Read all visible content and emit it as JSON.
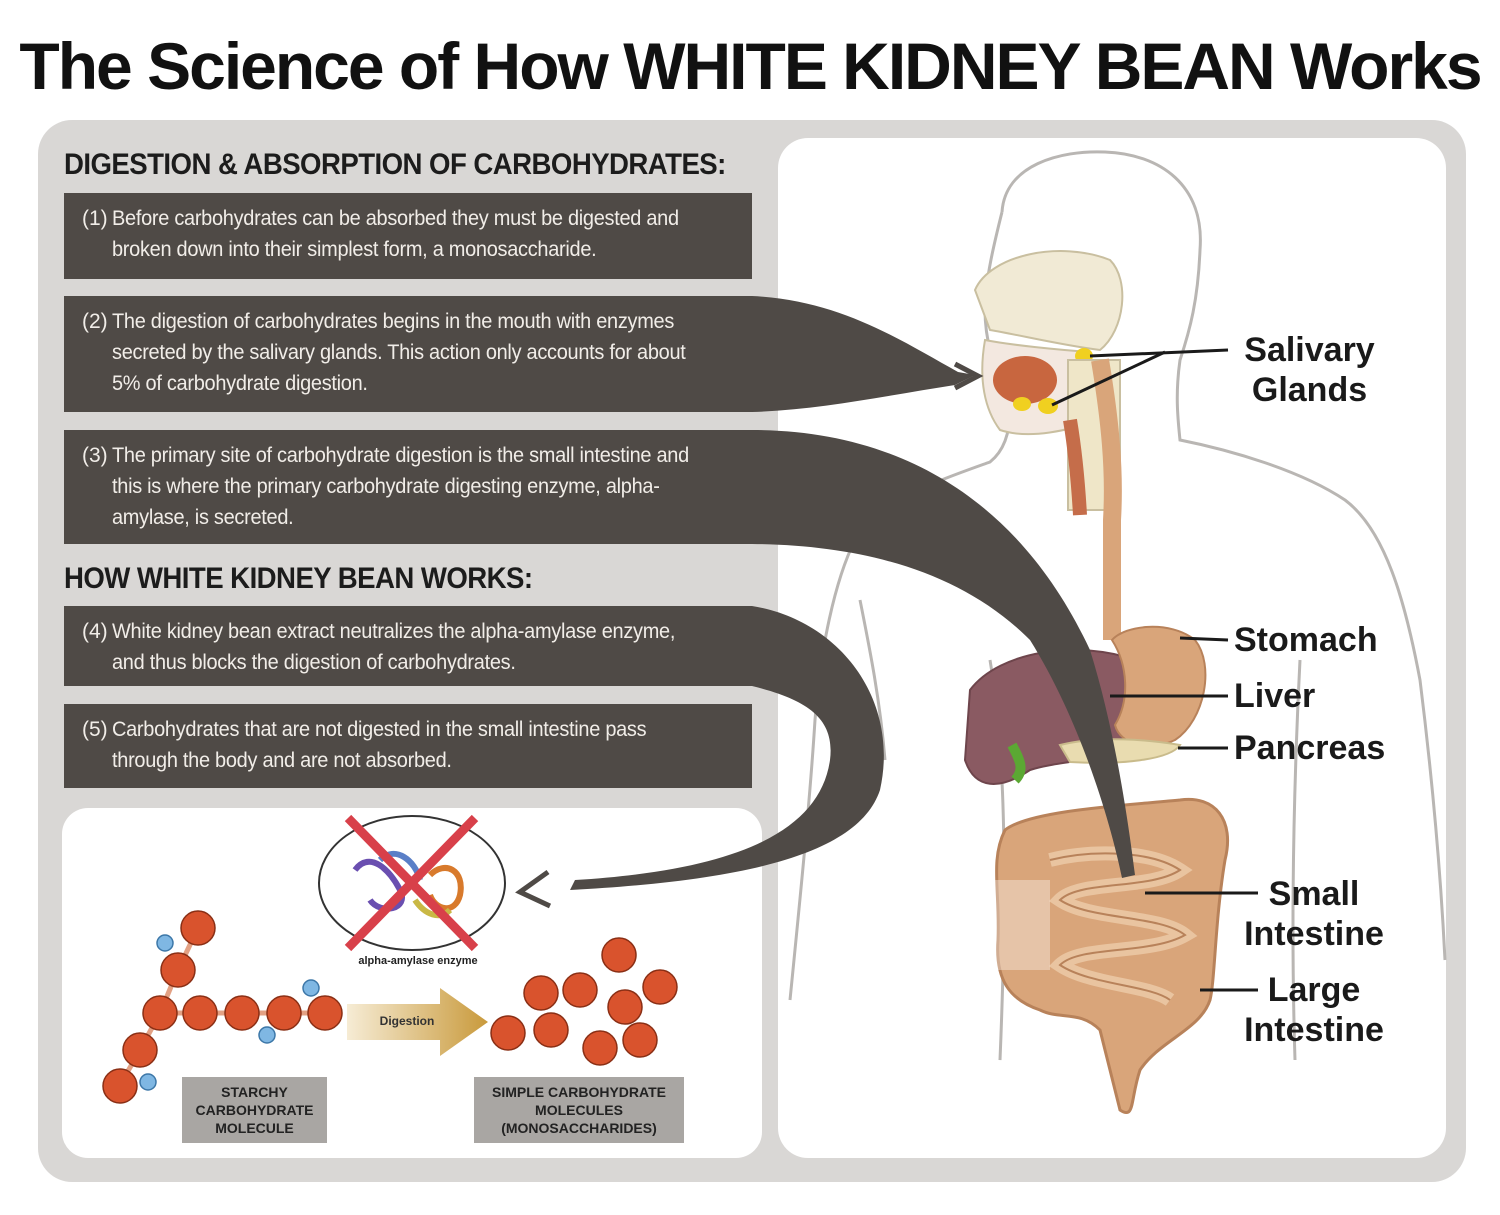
{
  "title": "The Science of How WHITE KIDNEY BEAN Works",
  "sections": {
    "digestion_heading": "DIGESTION & ABSORPTION OF CARBOHYDRATES:",
    "bean_heading": "HOW WHITE KIDNEY BEAN WORKS:"
  },
  "steps": [
    {
      "num": "(1)",
      "text": "Before carbohydrates can be absorbed they must be digested and broken down into their simplest form, a monosaccharide."
    },
    {
      "num": "(2)",
      "text": "The digestion of carbohydrates begins in the mouth with enzymes secreted by the salivary glands. This action only accounts for about 5% of carbohydrate digestion."
    },
    {
      "num": "(3)",
      "text": "The primary site of carbohydrate digestion is the small intestine and this is where the primary carbohydrate digesting enzyme, alpha-amylase, is secreted."
    },
    {
      "num": "(4)",
      "text": "White kidney bean extract neutralizes the alpha-amylase enzyme, and thus blocks the digestion of carbohydrates."
    },
    {
      "num": "(5)",
      "text": "Carbohydrates that are not digested in the small intestine pass through the body and are not absorbed."
    }
  ],
  "organs": {
    "salivary": "Salivary Glands",
    "stomach": "Stomach",
    "liver": "Liver",
    "pancreas": "Pancreas",
    "small_intestine": "Small Intestine",
    "large_intestine": "Large Intestine"
  },
  "molecules": {
    "enzyme_label": "alpha-amylase enzyme",
    "arrow_label": "Digestion",
    "starchy_label": "STARCHY CARBOHYDRATE MOLECULE",
    "simple_label": "SIMPLE CARBOHYDRATE MOLECULES (MONOSACCHARIDES)"
  },
  "colors": {
    "box_bg": "#4f4a46",
    "panel_bg": "#d9d7d5",
    "glucose": "#d9532d",
    "cross": "#d8404a",
    "organ_tan": "#d9a57a",
    "liver": "#8a5a62"
  }
}
